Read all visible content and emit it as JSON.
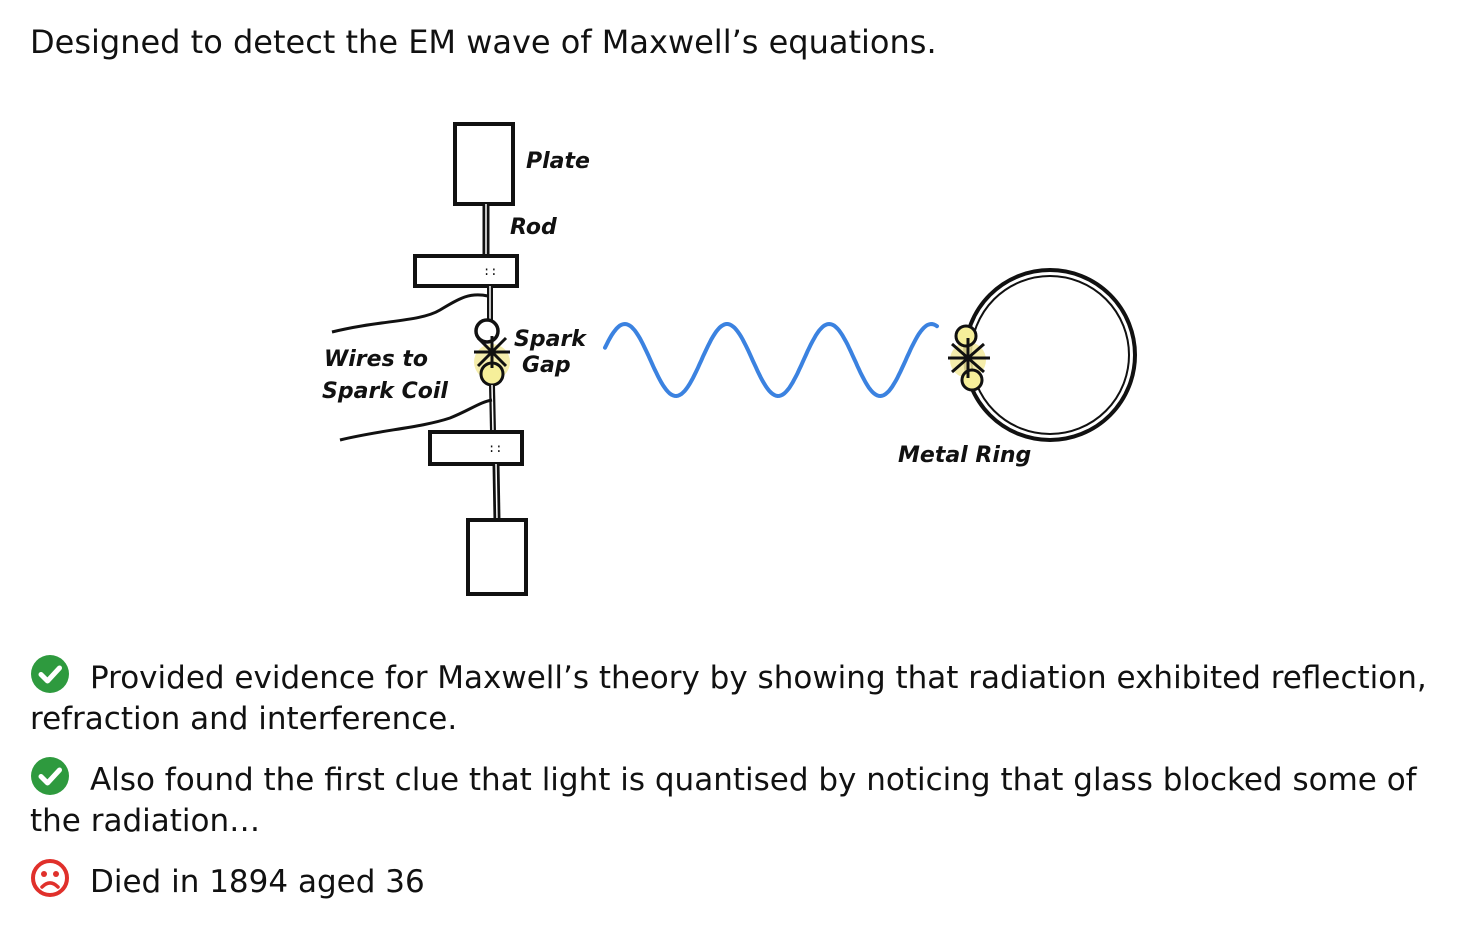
{
  "heading": "Designed to detect the EM wave of Maxwell’s equations.",
  "diagram": {
    "labels": {
      "plate": "Plate",
      "rod": "Rod",
      "spark": "Spark",
      "gap": "Gap",
      "wires_to": "Wires to",
      "spark_coil": "Spark Coil",
      "metal_ring": "Metal Ring"
    },
    "wave_color": "#3b82e0",
    "spark_highlight_color": "#f3ea9e"
  },
  "bullets": [
    {
      "icon": "check-circle-icon",
      "color": "#2e9a3e",
      "text": "Provided evidence for Maxwell’s theory by showing that radiation exhibited reflection, refraction and interference."
    },
    {
      "icon": "check-circle-icon",
      "color": "#2e9a3e",
      "text": "Also found the first clue that light is quantised by noticing that glass blocked some of the radiation…"
    },
    {
      "icon": "sad-face-icon",
      "color": "#e0302b",
      "text": "Died in 1894 aged 36"
    }
  ]
}
